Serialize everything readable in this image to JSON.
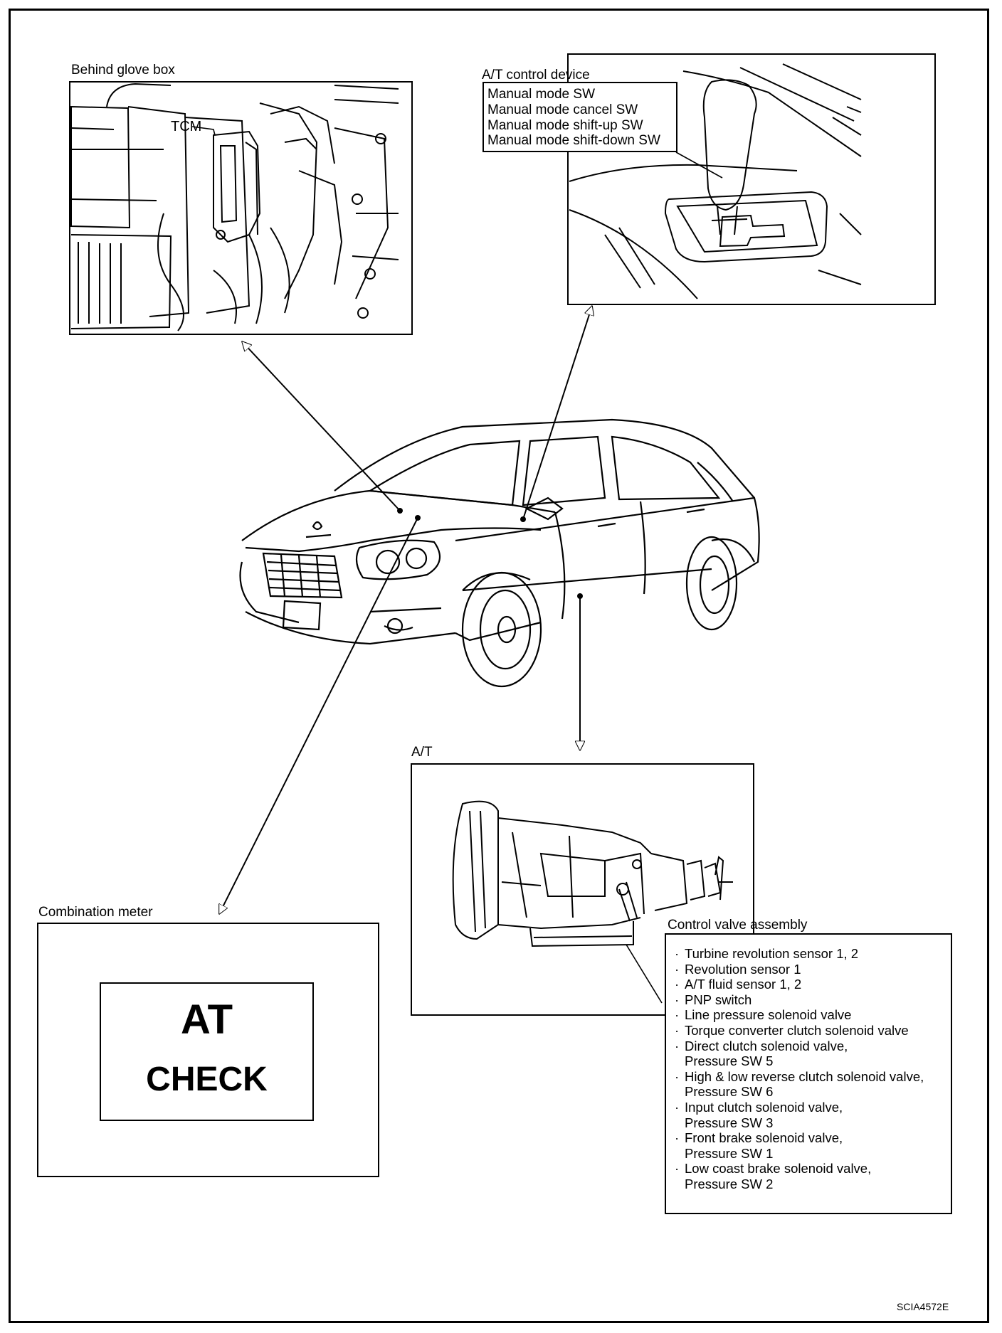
{
  "labels": {
    "glove_box": "Behind glove box",
    "tcm": "TCM",
    "at_control": "A/T control device",
    "at": "A/T",
    "combination_meter": "Combination meter",
    "control_valve": "Control valve assembly",
    "figure_code": "SCIA4572E"
  },
  "at_control_switches": [
    "Manual mode SW",
    "Manual mode cancel SW",
    "Manual mode shift-up SW",
    "Manual mode shift-down SW"
  ],
  "meter_display": {
    "line1": "AT",
    "line2": "CHECK"
  },
  "control_valve_items": [
    {
      "text": "Turbine revolution sensor 1, 2"
    },
    {
      "text": "Revolution sensor 1"
    },
    {
      "text": "A/T fluid sensor 1, 2"
    },
    {
      "text": "PNP switch"
    },
    {
      "text": "Line pressure solenoid valve"
    },
    {
      "text": "Torque converter clutch solenoid valve"
    },
    {
      "text": "Direct clutch solenoid valve,",
      "cont": "Pressure SW 5"
    },
    {
      "text": "High & low reverse clutch solenoid valve,",
      "cont": "Pressure SW 6"
    },
    {
      "text": "Input clutch solenoid valve,",
      "cont": "Pressure SW 3"
    },
    {
      "text": "Front brake solenoid valve,",
      "cont": "Pressure SW 1"
    },
    {
      "text": "Low coast brake solenoid valve,",
      "cont": "Pressure SW 2"
    }
  ]
}
